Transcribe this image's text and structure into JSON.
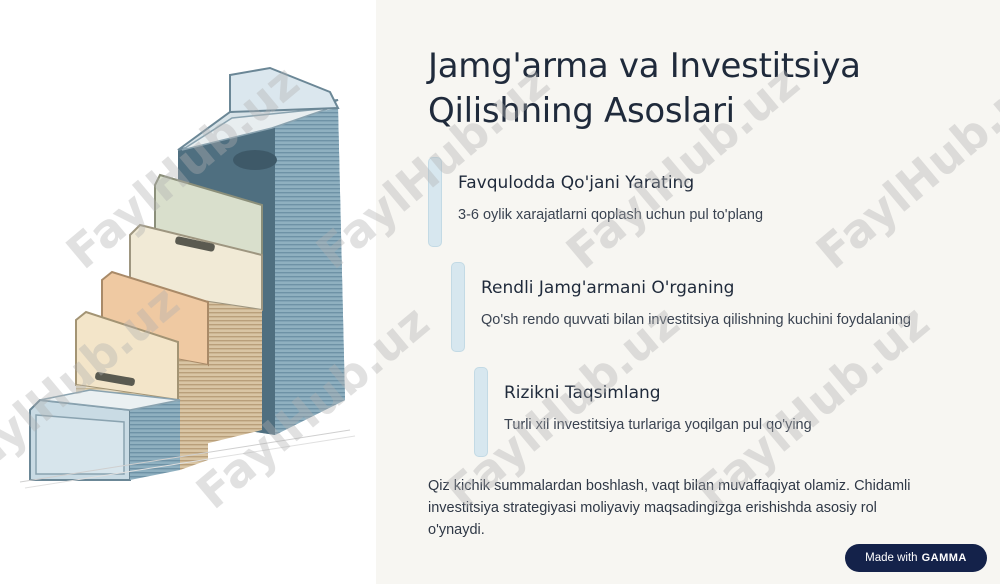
{
  "slide": {
    "title": "Jamg'arma va Investitsiya Qilishning Asoslari",
    "steps": [
      {
        "title": "Favqulodda Qo'jani Yarating",
        "description": "3-6 oylik xarajatlarni qoplash uchun pul to'plang"
      },
      {
        "title": "Rendli Jamg'armani O'rganing",
        "description": "Qo'sh rendo quvvati bilan investitsiya qilishning kuchini foydalaning"
      },
      {
        "title": "Rizikni Taqsimlang",
        "description": "Turli xil investitsiya turlariga yoqilgan pul qo'ying"
      }
    ],
    "summary": "Qiz kichik summalardan boshlash, vaqt bilan muvaffaqiyat olamiz. Chidamli investitsiya strategiyasi moliyaviy maqsadingizga erishishda asosiy rol o'ynaydi."
  },
  "badge": {
    "prefix": "Made with",
    "brand": "GAMMA"
  },
  "watermark": {
    "text": "FaylHub.uz"
  },
  "colors": {
    "title": "#1f2a3b",
    "panel_background": "#f7f6f2",
    "step_bar": "#d7e7ef",
    "badge_background": "#14224a"
  }
}
